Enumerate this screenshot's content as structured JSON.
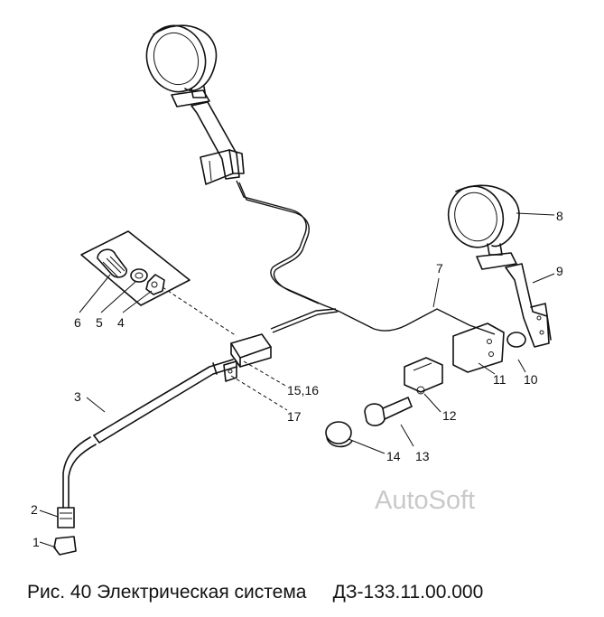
{
  "caption": "Рис. 40 Электрическая система     ДЗ-133.11.00.000",
  "watermark": "AutoSoft",
  "callouts": [
    "1",
    "2",
    "3",
    "4",
    "5",
    "6",
    "7",
    "8",
    "9",
    "10",
    "11",
    "12",
    "13",
    "14",
    "15,16",
    "17"
  ]
}
